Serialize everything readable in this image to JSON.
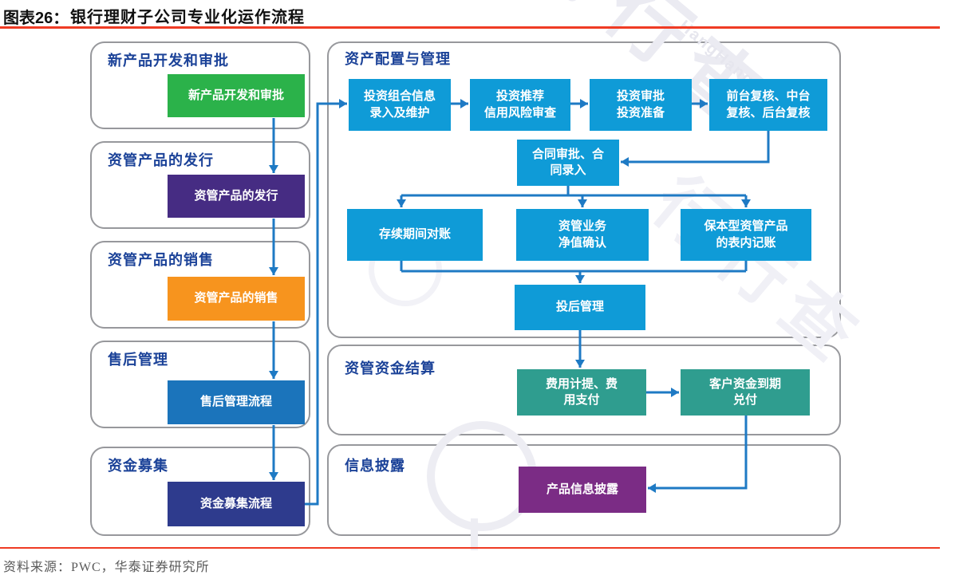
{
  "figure": {
    "label": "图表26：",
    "title": "银行理财子公司专业化运作流程"
  },
  "source_note": "资料来源：PWC，华泰证券研究所",
  "colors": {
    "rule_red": "#ef3b24",
    "panel_header_blue": "#1b4298",
    "arrow_blue": "#1e7ac4",
    "box_green": "#2bb24a",
    "box_purple": "#462c83",
    "box_orange": "#f7941e",
    "box_blue": "#1b74bb",
    "box_navy": "#2e3b8d",
    "box_cyan": "#0f9bd7",
    "box_teal": "#2f9d8f",
    "box_violet": "#7b2c85"
  },
  "left": {
    "groups": [
      {
        "header": "新产品开发和审批",
        "box": "新产品开发和审批"
      },
      {
        "header": "资管产品的发行",
        "box": "资管产品的发行"
      },
      {
        "header": "资管产品的销售",
        "box": "资管产品的销售"
      },
      {
        "header": "售后管理",
        "box": "售后管理流程"
      },
      {
        "header": "资金募集",
        "box": "资金募集流程"
      }
    ]
  },
  "right": {
    "panels": [
      {
        "header": "资产配置与管理",
        "boxes": {
          "portfolio": "投资组合信息\n录入及维护",
          "recommend": "投资推荐\n信用风险审查",
          "approval": "投资审批\n投资准备",
          "review": "前台复核、中台\n复核、后台复核",
          "contract": "合同审批、合\n同录入",
          "reconcile": "存续期间对账",
          "netvalue": "资管业务\n净值确认",
          "principal": "保本型资管产品\n的表内记账",
          "post": "投后管理"
        }
      },
      {
        "header": "资管资金结算",
        "boxes": {
          "fees": "费用计提、费\n用支付",
          "redeem": "客户资金到期\n兑付"
        }
      },
      {
        "header": "信息披露",
        "boxes": {
          "disclosure": "产品信息披露"
        }
      }
    ]
  },
  "watermark": {
    "cn": "行行查",
    "en": "HangHangCha"
  }
}
